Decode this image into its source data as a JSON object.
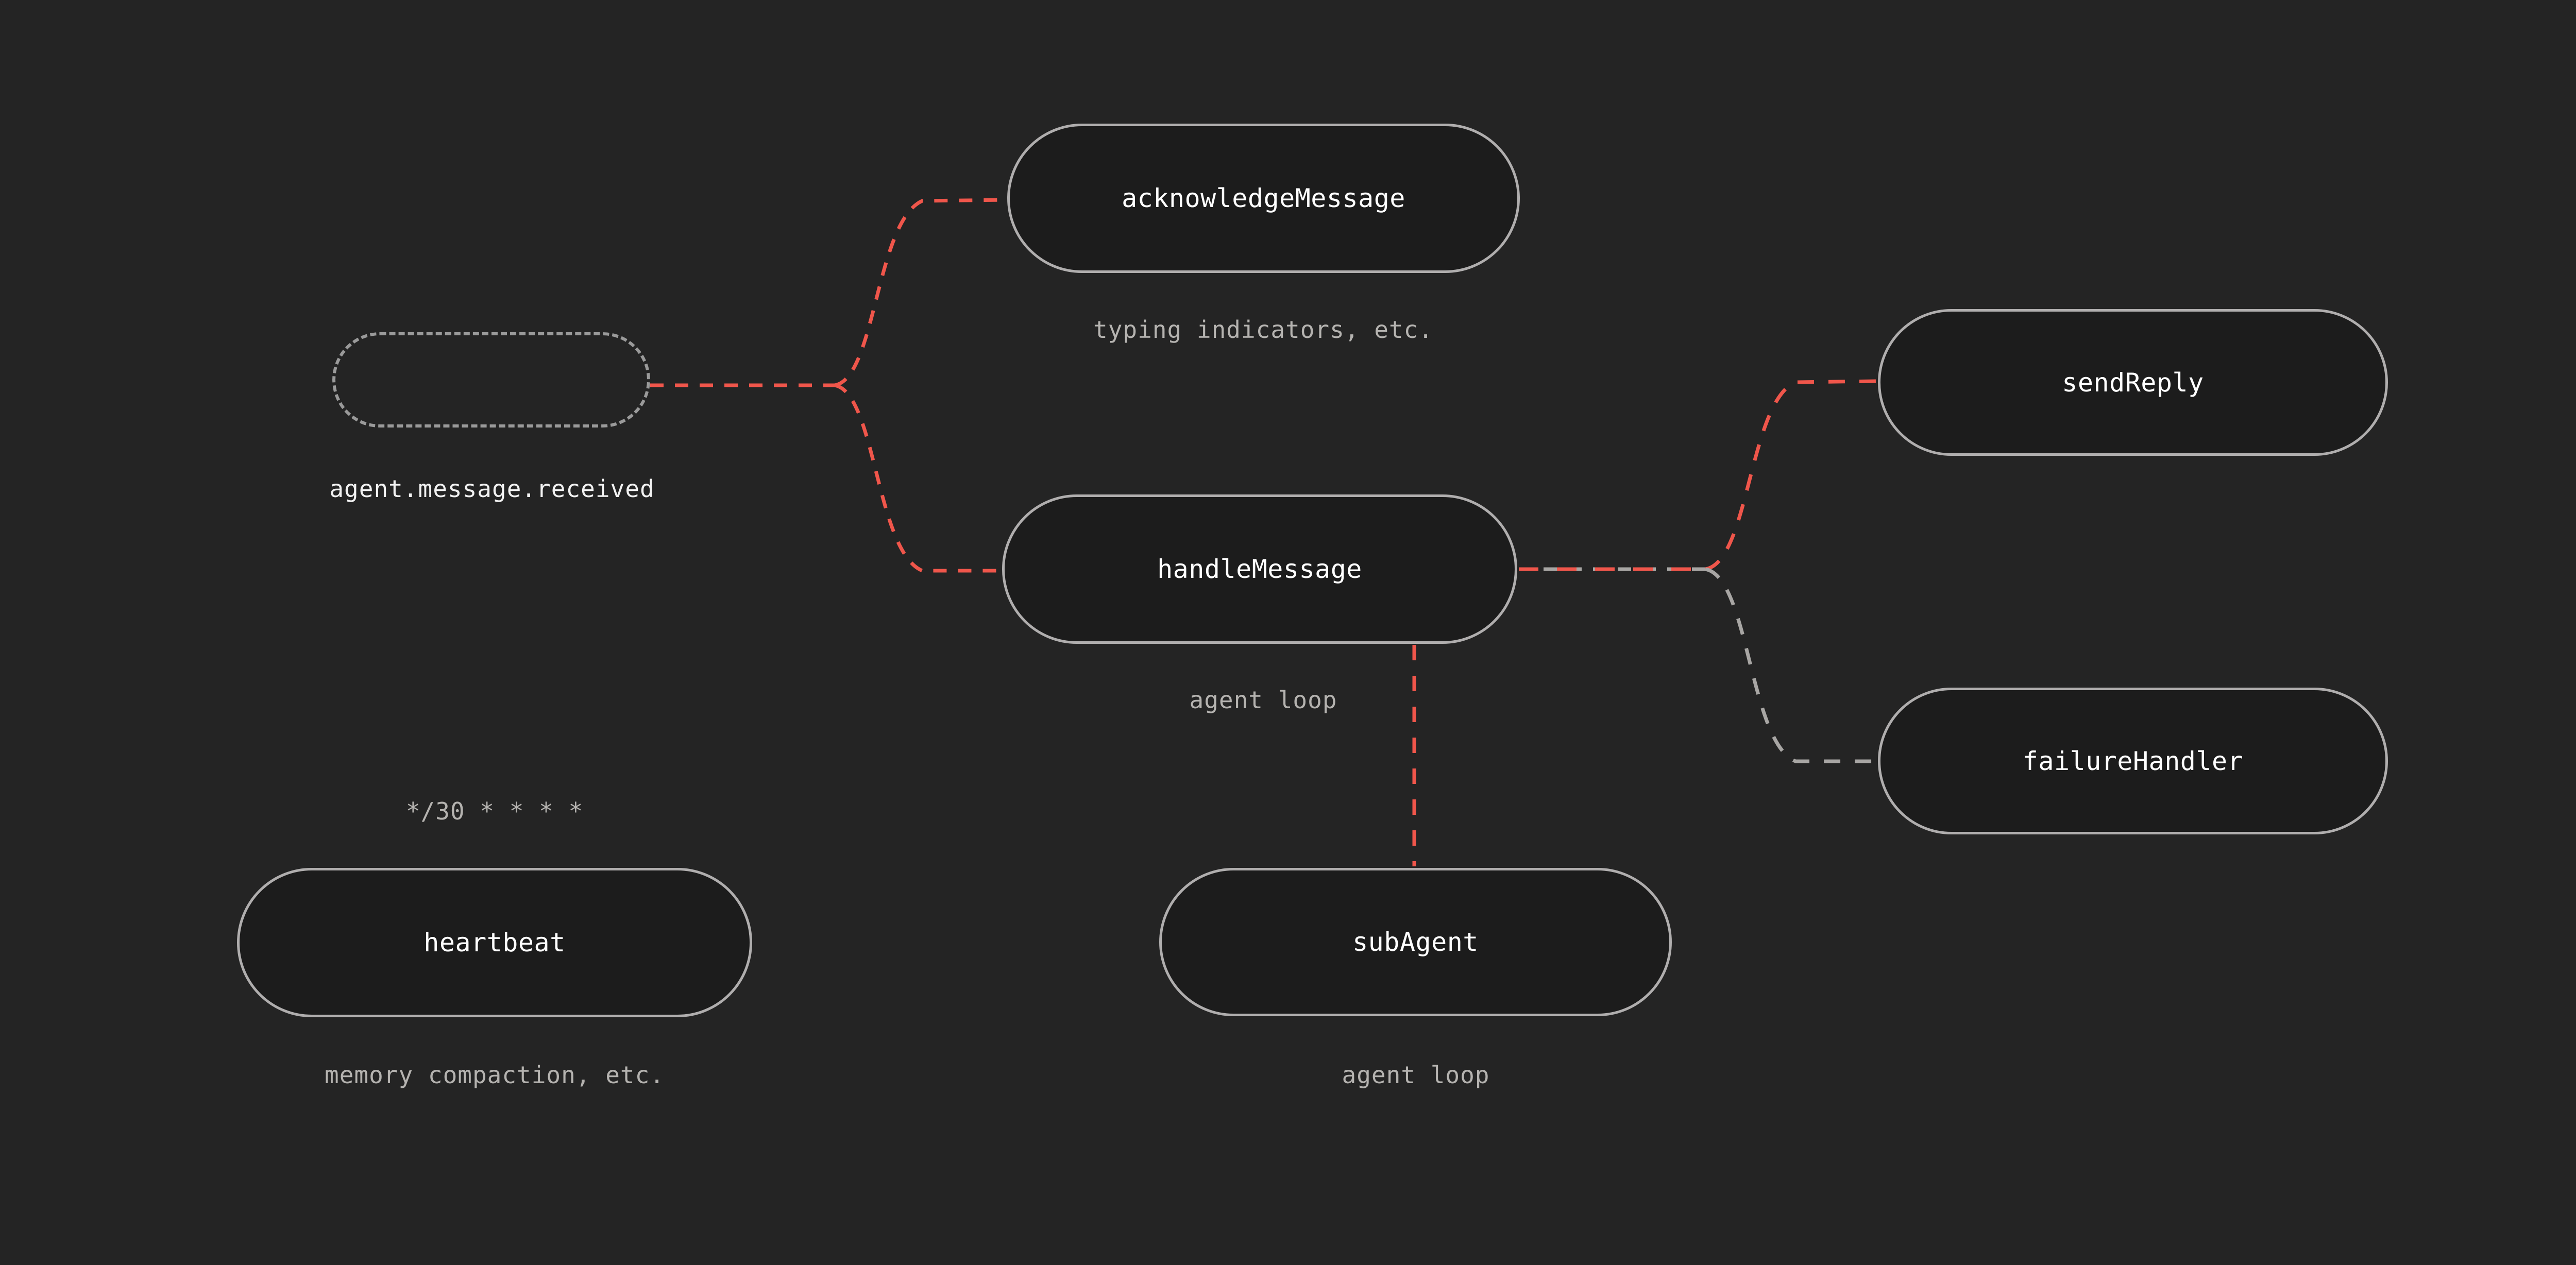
{
  "theme": {
    "background": "#242424",
    "node_fill": "#1c1c1c",
    "node_border": "#b0aeae",
    "edge_active": "#f0564b",
    "edge_muted": "#a8a6a4",
    "label_primary": "#f2f2f2",
    "label_secondary": "#b5b3b0"
  },
  "diagram": {
    "type": "workflow-graph",
    "nodes": [
      {
        "id": "trigger",
        "label": "",
        "shape": "rounded-dotted",
        "caption_below": "agent.message.received"
      },
      {
        "id": "acknowledgeMessage",
        "label": "acknowledgeMessage",
        "shape": "rounded-solid",
        "caption_below": "typing indicators, etc."
      },
      {
        "id": "handleMessage",
        "label": "handleMessage",
        "shape": "rounded-solid",
        "caption_below": "agent loop"
      },
      {
        "id": "sendReply",
        "label": "sendReply",
        "shape": "rounded-solid",
        "caption_below": ""
      },
      {
        "id": "failureHandler",
        "label": "failureHandler",
        "shape": "rounded-solid",
        "caption_below": ""
      },
      {
        "id": "heartbeat",
        "label": "heartbeat",
        "shape": "rounded-solid",
        "caption_above": "*/30 * * * *",
        "caption_below": "memory compaction, etc."
      },
      {
        "id": "subAgent",
        "label": "subAgent",
        "shape": "rounded-solid",
        "caption_below": "agent loop"
      }
    ],
    "edges": [
      {
        "from": "trigger",
        "to": "acknowledgeMessage",
        "style": "dashed",
        "color": "active"
      },
      {
        "from": "trigger",
        "to": "handleMessage",
        "style": "dashed",
        "color": "active"
      },
      {
        "from": "handleMessage",
        "to": "sendReply",
        "style": "dashed",
        "color": "active"
      },
      {
        "from": "handleMessage",
        "to": "failureHandler",
        "style": "dashed",
        "color": "muted"
      },
      {
        "from": "handleMessage",
        "to": "subAgent",
        "style": "dashed",
        "color": "active"
      }
    ]
  },
  "labels": {
    "trigger_event": "agent.message.received",
    "acknowledge_node": "acknowledgeMessage",
    "acknowledge_caption": "typing indicators, etc.",
    "handle_node": "handleMessage",
    "handle_caption": "agent loop",
    "send_reply_node": "sendReply",
    "failure_handler_node": "failureHandler",
    "heartbeat_schedule": "*/30 * * * *",
    "heartbeat_node": "heartbeat",
    "heartbeat_caption": "memory compaction, etc.",
    "subagent_node": "subAgent",
    "subagent_caption": "agent loop"
  }
}
